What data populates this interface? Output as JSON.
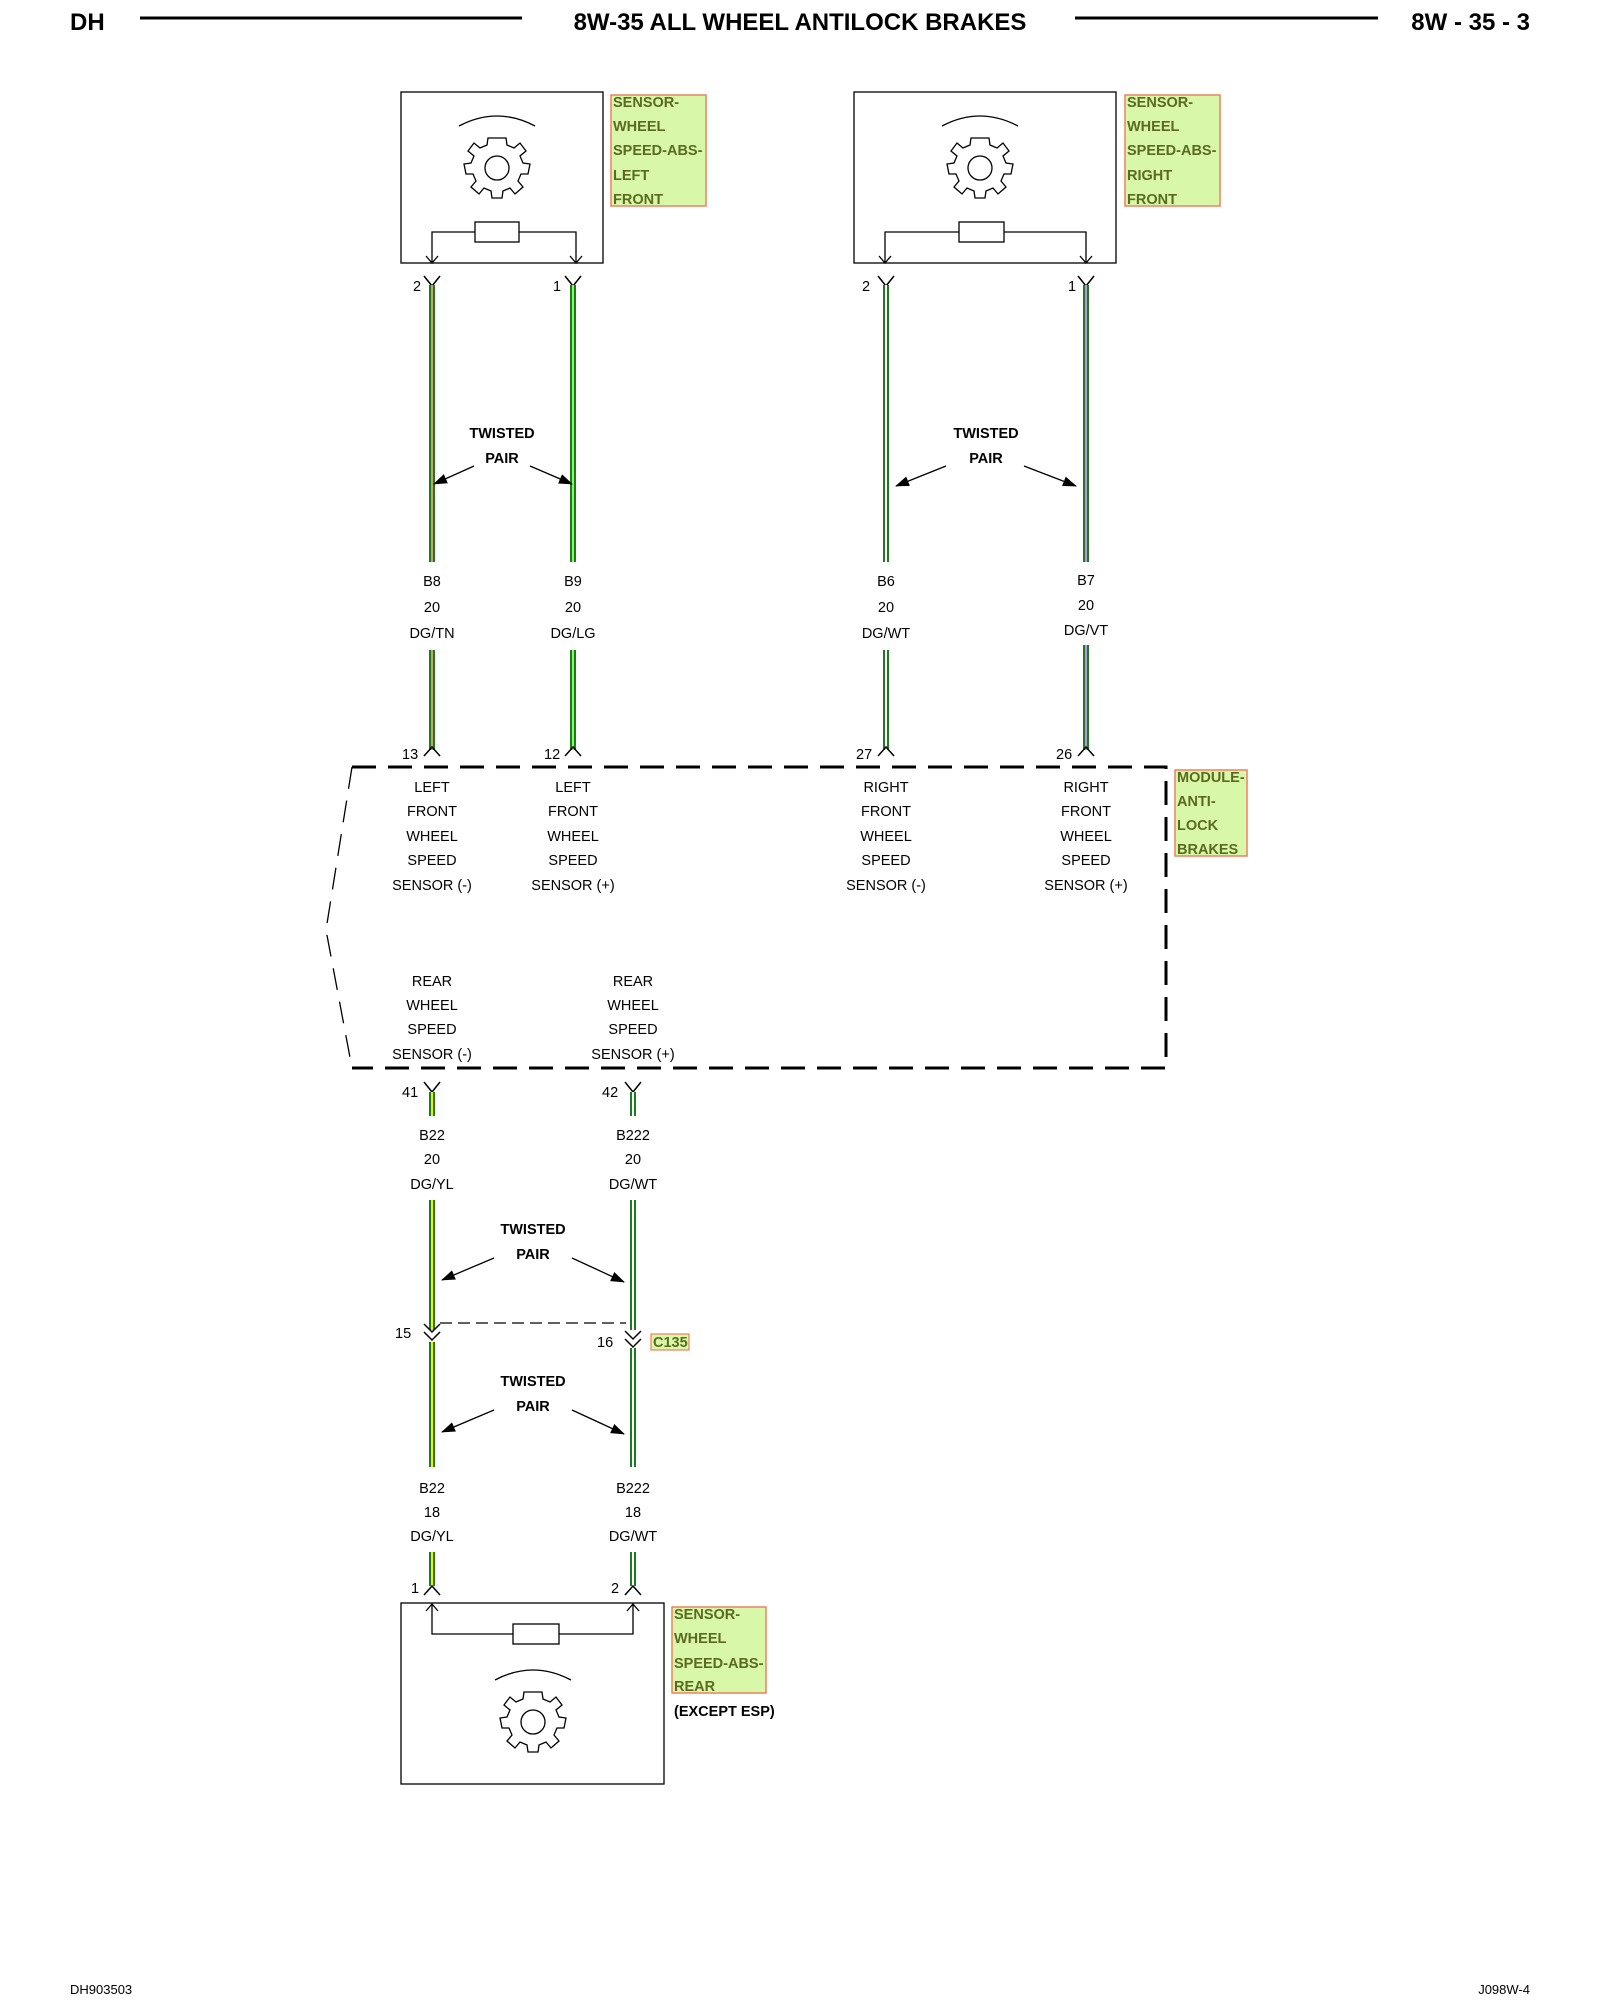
{
  "header": {
    "left": "DH",
    "title": "8W-35 ALL WHEEL ANTILOCK BRAKES",
    "right": "8W - 35 - 3"
  },
  "footer": {
    "left": "DH903503",
    "right": "J098W-4"
  },
  "colors": {
    "dark_green": "#1e7a1e",
    "green": "#2ecc2e",
    "light_green": "#7fff5a",
    "yellow": "#f0f000",
    "tan": "#c8a070",
    "white": "#ffffff",
    "violet": "#c090e8",
    "label_fill": "#d8f7a8",
    "label_border": "#f08060",
    "label_text": "#5a6b1f"
  },
  "components": {
    "lf_sensor": [
      "SENSOR-",
      "WHEEL",
      "SPEED-ABS-",
      "LEFT",
      "FRONT"
    ],
    "rf_sensor": [
      "SENSOR-",
      "WHEEL",
      "SPEED-ABS-",
      "RIGHT",
      "FRONT"
    ],
    "module": [
      "MODULE-",
      "ANTI-",
      "LOCK",
      "BRAKES"
    ],
    "rear_sensor": [
      "SENSOR-",
      "WHEEL",
      "SPEED-ABS-",
      "REAR"
    ],
    "rear_note": "(EXCEPT ESP)",
    "connector": "C135"
  },
  "twisted_pair": [
    "TWISTED",
    "PAIR"
  ],
  "sensor_pins": {
    "lf_a": "2",
    "lf_b": "1",
    "rf_a": "2",
    "rf_b": "1",
    "rear_a": "1",
    "rear_b": "2"
  },
  "module_pins": {
    "p13": "13",
    "p12": "12",
    "p27": "27",
    "p26": "26",
    "p41": "41",
    "p42": "42"
  },
  "connector_pins": {
    "p15": "15",
    "p16": "16"
  },
  "wires": {
    "b8": [
      "B8",
      "20",
      "DG/TN"
    ],
    "b9": [
      "B9",
      "20",
      "DG/LG"
    ],
    "b6": [
      "B6",
      "20",
      "DG/WT"
    ],
    "b7": [
      "B7",
      "20",
      "DG/VT"
    ],
    "b22a": [
      "B22",
      "20",
      "DG/YL"
    ],
    "b222a": [
      "B222",
      "20",
      "DG/WT"
    ],
    "b22b": [
      "B22",
      "18",
      "DG/YL"
    ],
    "b222b": [
      "B222",
      "18",
      "DG/WT"
    ]
  },
  "module_functions": {
    "lf_minus": [
      "LEFT",
      "FRONT",
      "WHEEL",
      "SPEED",
      "SENSOR (-)"
    ],
    "lf_plus": [
      "LEFT",
      "FRONT",
      "WHEEL",
      "SPEED",
      "SENSOR (+)"
    ],
    "rf_minus": [
      "RIGHT",
      "FRONT",
      "WHEEL",
      "SPEED",
      "SENSOR (-)"
    ],
    "rf_plus": [
      "RIGHT",
      "FRONT",
      "WHEEL",
      "SPEED",
      "SENSOR (+)"
    ],
    "rear_minus": [
      "REAR",
      "WHEEL",
      "SPEED",
      "SENSOR (-)"
    ],
    "rear_plus": [
      "REAR",
      "WHEEL",
      "SPEED",
      "SENSOR (+)"
    ]
  }
}
